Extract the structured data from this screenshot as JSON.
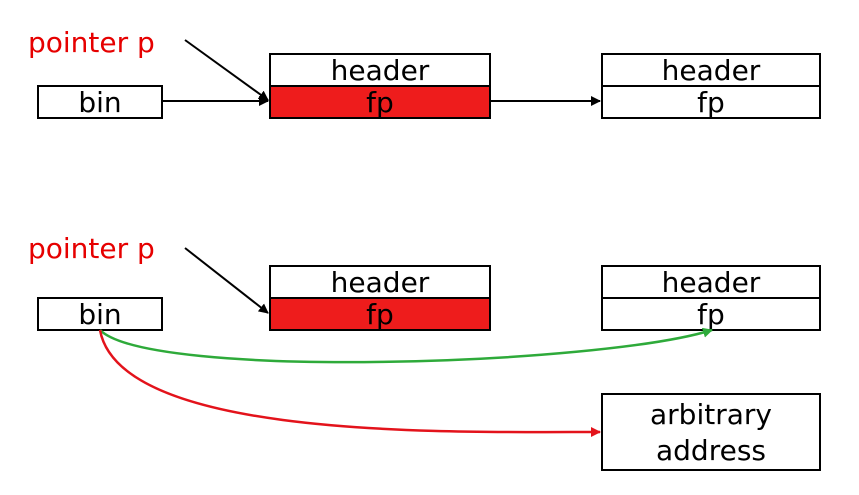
{
  "colors": {
    "label_red": "#e60000",
    "highlight_fill": "#ee1c1c",
    "green_arrow": "#2eaa3a",
    "red_arrow": "#e3131b"
  },
  "top": {
    "pointer_label": "pointer p",
    "bin_label": "bin",
    "chunk1": {
      "header": "header",
      "fp": "fp"
    },
    "chunk2": {
      "header": "header",
      "fp": "fp"
    }
  },
  "bottom": {
    "pointer_label": "pointer p",
    "bin_label": "bin",
    "chunk1": {
      "header": "header",
      "fp": "fp"
    },
    "chunk2": {
      "header": "header",
      "fp": "fp"
    },
    "target": {
      "line1": "arbitrary",
      "line2": "address"
    }
  }
}
